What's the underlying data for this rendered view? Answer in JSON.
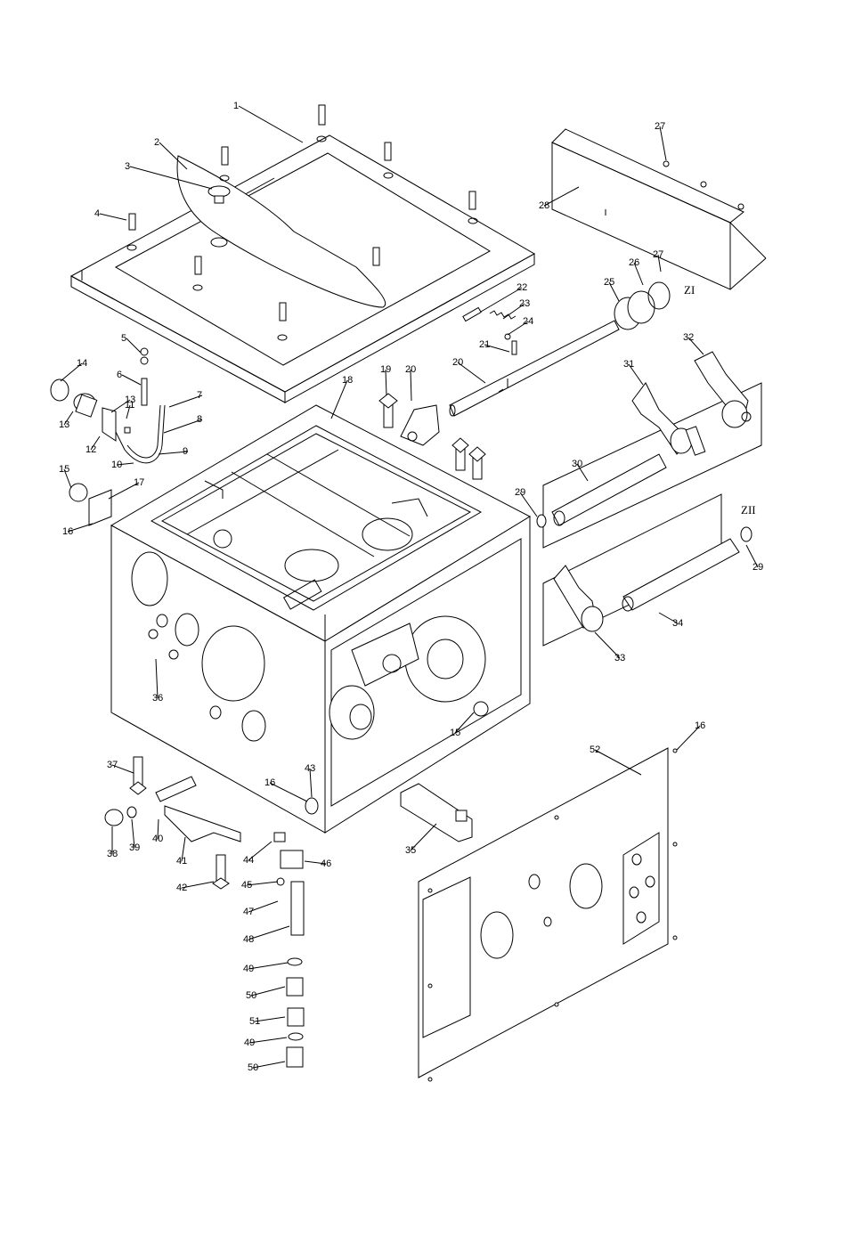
{
  "labels": [
    "1",
    "2",
    "3",
    "4",
    "5",
    "6",
    "7",
    "8",
    "9",
    "10",
    "11",
    "12",
    "13",
    "13",
    "14",
    "15",
    "16",
    "17",
    "18",
    "19",
    "20",
    "20",
    "21",
    "22",
    "23",
    "24",
    "25",
    "26",
    "27",
    "27",
    "28",
    "29",
    "29",
    "30",
    "31",
    "32",
    "33",
    "34",
    "35",
    "36",
    "15",
    "37",
    "38",
    "39",
    "40",
    "41",
    "42",
    "16",
    "43",
    "44",
    "45",
    "46",
    "47",
    "48",
    "49",
    "50",
    "51",
    "49",
    "50",
    "16",
    "52"
  ],
  "zones": [
    "ZI",
    "ZII"
  ]
}
